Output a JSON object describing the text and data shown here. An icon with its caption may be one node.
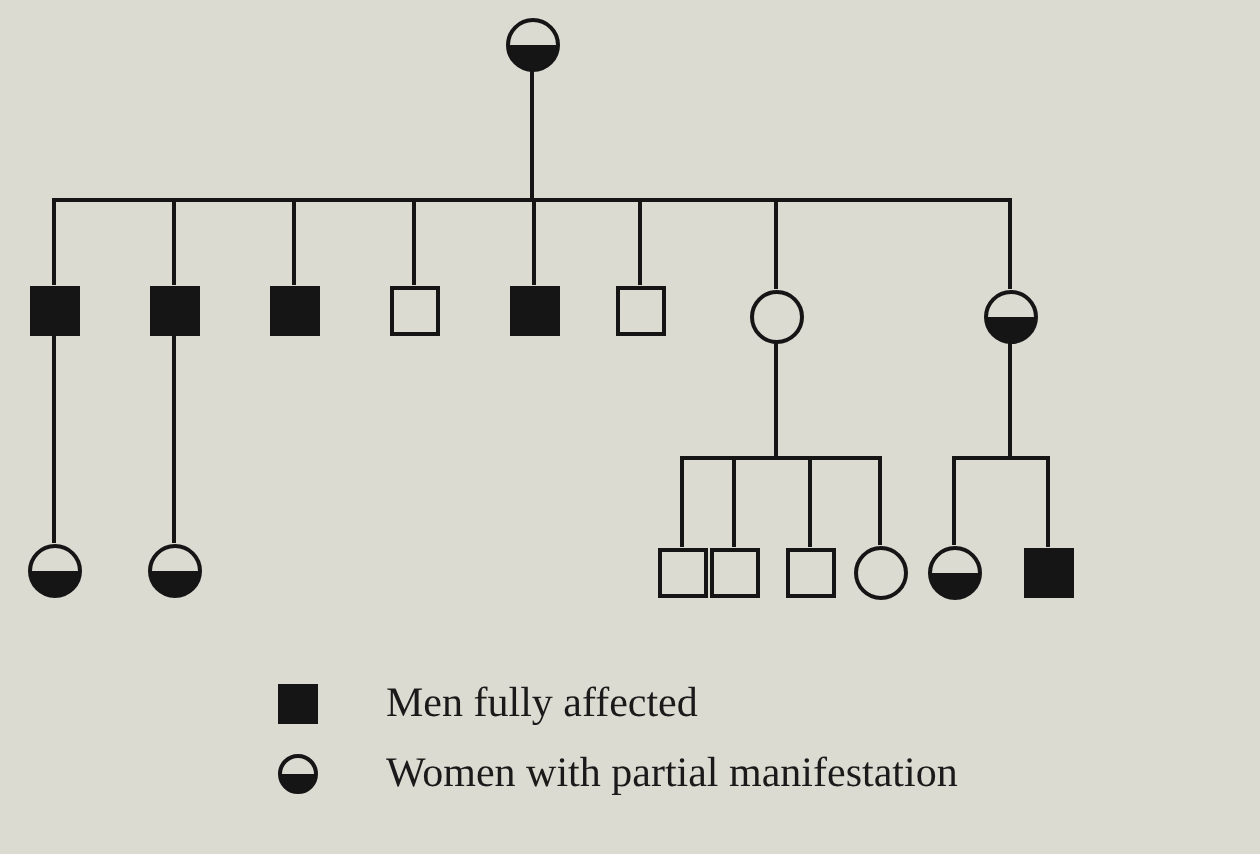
{
  "diagram": {
    "nodes": [
      {
        "text": [],
        "shape": "circle"
      },
      {
        "text": [],
        "shape": "box"
      },
      {
        "text": [],
        "shape": "box"
      },
      {
        "text": [],
        "shape": "box"
      },
      {
        "text": [],
        "shape": "box"
      },
      {
        "text": [],
        "shape": "box"
      },
      {
        "text": [],
        "shape": "box"
      },
      {
        "text": [],
        "shape": "circle"
      },
      {
        "text": [],
        "shape": "circle"
      },
      {
        "text": [],
        "shape": "circle"
      },
      {
        "text": [],
        "shape": "circle"
      },
      {
        "text": [],
        "shape": "box"
      },
      {
        "text": [],
        "shape": "box"
      },
      {
        "text": [],
        "shape": "box"
      },
      {
        "text": [],
        "shape": "circle"
      },
      {
        "text": [],
        "shape": "circle"
      },
      {
        "text": [],
        "shape": "box"
      }
    ],
    "edges": [
      {
        "from": 0,
        "to": 1,
        "arrow": "none"
      },
      {
        "from": 0,
        "to": 2,
        "arrow": "none"
      },
      {
        "from": 0,
        "to": 3,
        "arrow": "none"
      },
      {
        "from": 0,
        "to": 4,
        "arrow": "none"
      },
      {
        "from": 0,
        "to": 5,
        "arrow": "none"
      },
      {
        "from": 0,
        "to": 6,
        "arrow": "none"
      },
      {
        "from": 0,
        "to": 7,
        "arrow": "none"
      },
      {
        "from": 0,
        "to": 8,
        "arrow": "none"
      },
      {
        "from": 1,
        "to": 9,
        "arrow": "none"
      },
      {
        "from": 2,
        "to": 10,
        "arrow": "none"
      },
      {
        "from": 7,
        "to": 11,
        "arrow": "none"
      },
      {
        "from": 7,
        "to": 12,
        "arrow": "none"
      },
      {
        "from": 7,
        "to": 13,
        "arrow": "none"
      },
      {
        "from": 7,
        "to": 14,
        "arrow": "none"
      },
      {
        "from": 8,
        "to": 15,
        "arrow": "none"
      },
      {
        "from": 8,
        "to": 16,
        "arrow": "none"
      }
    ],
    "legend": [
      {
        "text": "Men fully affected"
      },
      {
        "text": "Women with partial manifestation"
      }
    ]
  }
}
